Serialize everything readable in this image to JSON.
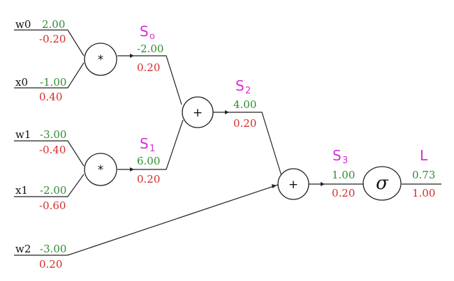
{
  "inputs": {
    "w0": {
      "name": "w0",
      "value": "2.00",
      "grad": "-0.20"
    },
    "x0": {
      "name": "x0",
      "value": "-1.00",
      "grad": "0.40"
    },
    "w1": {
      "name": "w1",
      "value": "-3.00",
      "grad": "-0.40"
    },
    "x1": {
      "name": "x1",
      "value": "-2.00",
      "grad": "-0.60"
    },
    "w2": {
      "name": "w2",
      "value": "-3.00",
      "grad": "0.20"
    }
  },
  "nodes": {
    "mul0": {
      "op": "*"
    },
    "mul1": {
      "op": "*"
    },
    "add0": {
      "op": "+"
    },
    "add1": {
      "op": "+"
    },
    "sigmoid": {
      "op": "σ"
    }
  },
  "edges": {
    "s0": {
      "value": "-2.00",
      "grad": "0.20",
      "label": "S",
      "sub": "o"
    },
    "s1": {
      "value": "6.00",
      "grad": "0.20",
      "label": "S",
      "sub": "1"
    },
    "s2": {
      "value": "4.00",
      "grad": "0.20",
      "label": "S",
      "sub": "2"
    },
    "s3": {
      "value": "1.00",
      "grad": "0.20",
      "label": "S",
      "sub": "3"
    },
    "L": {
      "value": "0.73",
      "grad": "1.00",
      "label": "L"
    }
  },
  "colors": {
    "forward": "#2e8b2e",
    "backward": "#d42a2a",
    "annotation": "#d62fd6"
  }
}
